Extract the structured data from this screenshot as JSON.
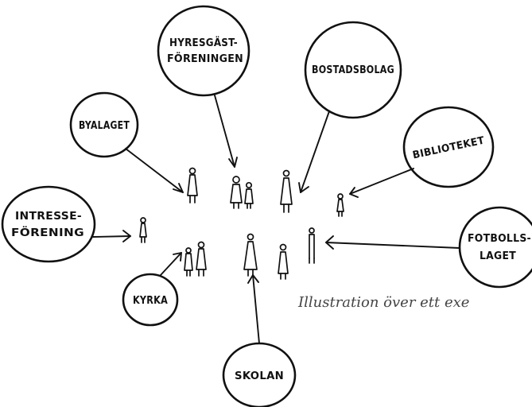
{
  "bubbles": {
    "hyresgast": [
      "HYRESGÄST-",
      "FÖRENINGEN"
    ],
    "bostadsbolag": [
      "BOSTADSBOLAG"
    ],
    "byalaget": [
      "BYALAGET"
    ],
    "bibliotek": [
      "BIBLIOTEKET"
    ],
    "intresse": [
      "INTRESSE-",
      "FÖRENING"
    ],
    "fotboll": [
      "FOTBOLLS-",
      "LAGET"
    ],
    "kyrka": [
      "KYRKA"
    ],
    "skolan": [
      "SKOLAN"
    ]
  },
  "caption": "Illustration över ett exe",
  "colors": {
    "ink": "#111111",
    "caption": "#444444",
    "background": "#ffffff"
  }
}
